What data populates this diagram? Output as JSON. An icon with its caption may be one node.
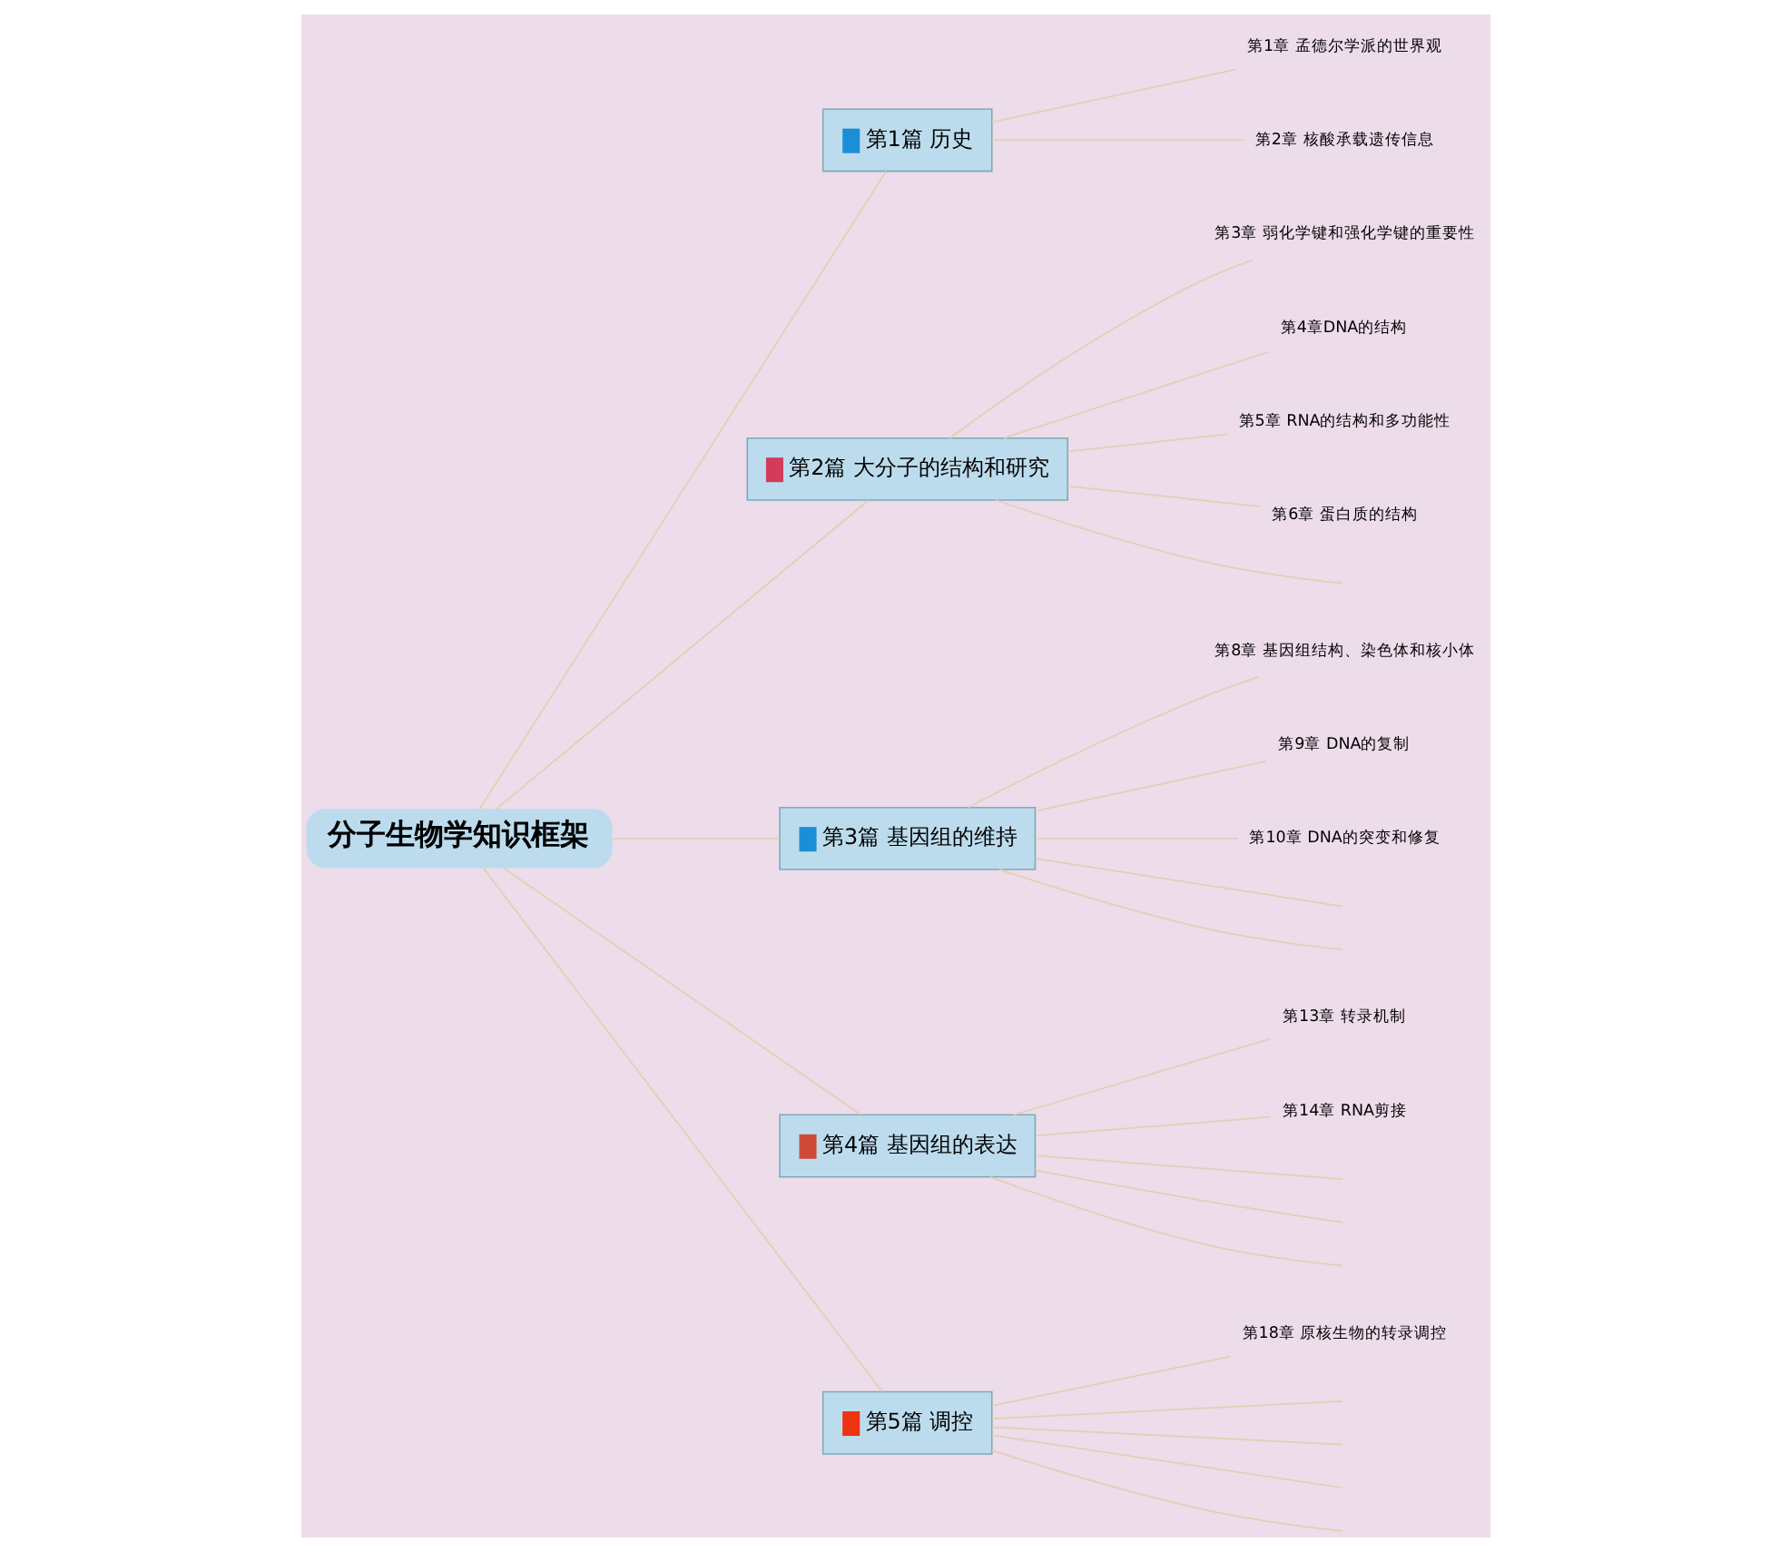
{
  "diagram": {
    "nodes": [
      {
        "text": [
          "分子生物学知识框架"
        ]
      },
      {
        "text": [
          "第1篇 历史"
        ]
      },
      {
        "text": [
          "第1章 孟德尔学派的世界观"
        ]
      },
      {
        "text": [
          "第2章 核酸承载遗传信息"
        ]
      },
      {
        "text": [
          "第2篇 大分子的结构和研究"
        ]
      },
      {
        "text": [
          "第3章 弱化学键和强化学键的重要性"
        ]
      },
      {
        "text": [
          "第4章DNA的结构"
        ]
      },
      {
        "text": [
          "第5章 RNA的结构和多功能性"
        ]
      },
      {
        "text": [
          "第6章 蛋白质的结构"
        ]
      },
      {
        "text": [
          "第3篇 基因组的维持"
        ]
      },
      {
        "text": [
          "第8章 基因组结构、染色体和核小体"
        ]
      },
      {
        "text": [
          "第9章 DNA的复制"
        ]
      },
      {
        "text": [
          "第10章 DNA的突变和修复"
        ]
      },
      {
        "text": [
          "第4篇 基因组的表达"
        ]
      },
      {
        "text": [
          "第13章 转录机制"
        ]
      },
      {
        "text": [
          "第14章 RNA剪接"
        ]
      },
      {
        "text": [
          "第5篇 调控"
        ]
      },
      {
        "text": [
          "第18章 原核生物的转录调控"
        ]
      }
    ],
    "edges": [
      {
        "from": 0,
        "to": 1,
        "arrow": "none"
      },
      {
        "from": 0,
        "to": 4,
        "arrow": "none"
      },
      {
        "from": 0,
        "to": 9,
        "arrow": "none"
      },
      {
        "from": 0,
        "to": 13,
        "arrow": "none"
      },
      {
        "from": 0,
        "to": 16,
        "arrow": "none"
      },
      {
        "from": 1,
        "to": 2,
        "arrow": "none"
      },
      {
        "from": 1,
        "to": 3,
        "arrow": "none"
      },
      {
        "from": 4,
        "to": 5,
        "arrow": "none"
      },
      {
        "from": 4,
        "to": 6,
        "arrow": "none"
      },
      {
        "from": 4,
        "to": 7,
        "arrow": "none"
      },
      {
        "from": 4,
        "to": 8,
        "arrow": "none"
      },
      {
        "from": 4,
        "to": null,
        "arrow": "none"
      },
      {
        "from": 9,
        "to": 10,
        "arrow": "none"
      },
      {
        "from": 9,
        "to": 11,
        "arrow": "none"
      },
      {
        "from": 9,
        "to": 12,
        "arrow": "none"
      },
      {
        "from": 9,
        "to": null,
        "arrow": "none"
      },
      {
        "from": 9,
        "to": null,
        "arrow": "none"
      },
      {
        "from": 13,
        "to": 14,
        "arrow": "none"
      },
      {
        "from": 13,
        "to": 15,
        "arrow": "none"
      },
      {
        "from": 13,
        "to": null,
        "arrow": "none"
      },
      {
        "from": 13,
        "to": null,
        "arrow": "none"
      },
      {
        "from": 13,
        "to": null,
        "arrow": "none"
      },
      {
        "from": 16,
        "to": 17,
        "arrow": "none"
      },
      {
        "from": 16,
        "to": null,
        "arrow": "none"
      },
      {
        "from": 16,
        "to": null,
        "arrow": "none"
      },
      {
        "from": 16,
        "to": null,
        "arrow": "none"
      },
      {
        "from": 16,
        "to": null,
        "arrow": "none"
      }
    ]
  }
}
